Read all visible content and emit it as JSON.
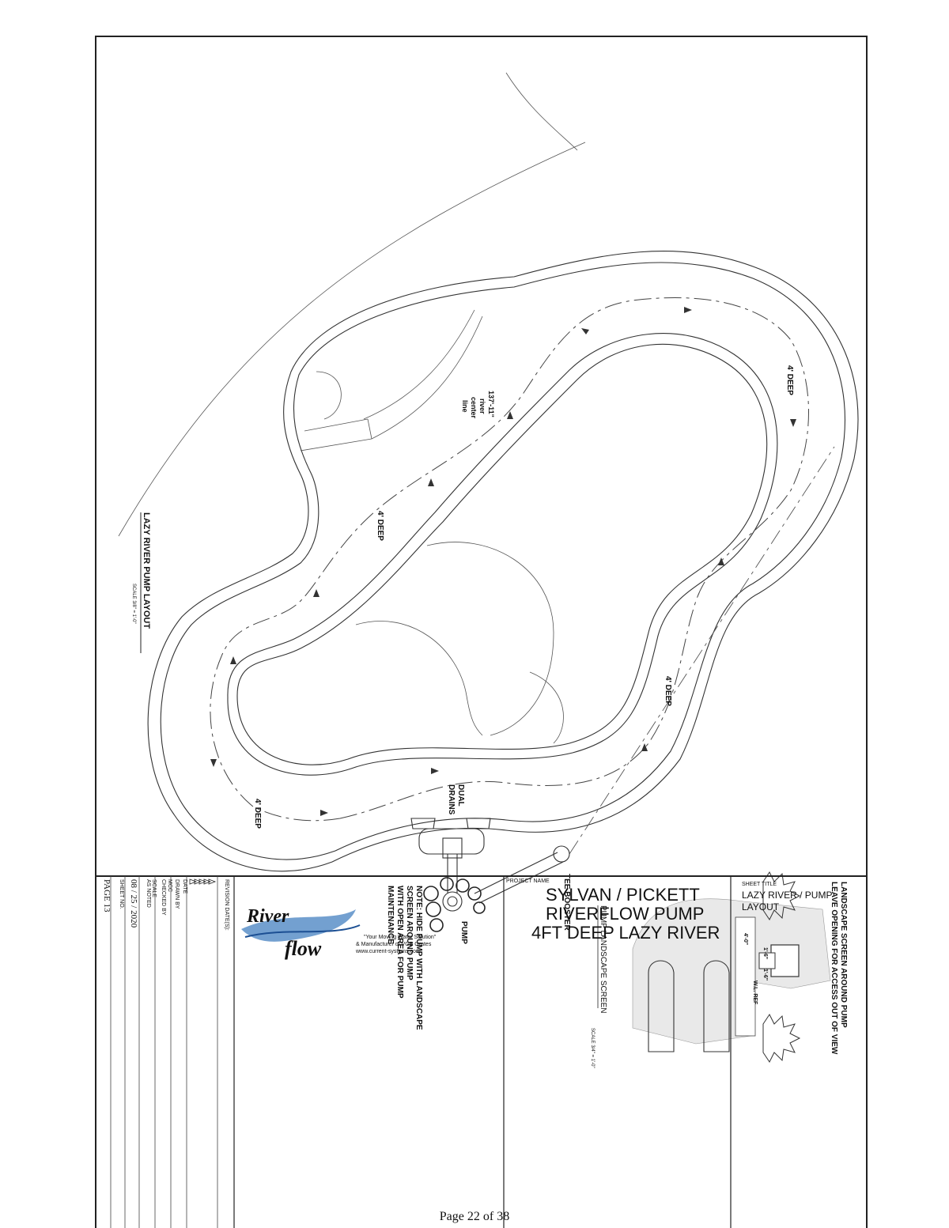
{
  "drawing": {
    "layout_title": "LAZY RIVER PUMP LAYOUT",
    "layout_scale": "SCALE 3/8\" = 1'-0\"",
    "depth_labels": [
      "4' DEEP",
      "4' DEEP",
      "4' DEEP",
      "4' DEEP"
    ],
    "centerline_label": [
      "137'-11\"",
      "river",
      "center",
      "line"
    ],
    "dual_drains": [
      "DUAL",
      "DRAINS"
    ],
    "pump_label": "PUMP",
    "tee_booster_label": "TEE BOOSTER",
    "note_lines": [
      "NOTE: HIDE PUMP WITH LANDSCAPE",
      "SCREEN AROUND PUMP",
      "WITH OPEN AREA FOR PUMP",
      "MAINTENANCE"
    ],
    "screen_title": "PUMP LANDSCAPE SCREEN",
    "screen_scale": "SCALE 3/4\" = 1'-0\"",
    "screen_note": [
      "LANDSCAPE SCREEN AROUND PUMP",
      "LEAVE OPENING FOR ACCESS OUT OF VIEW"
    ],
    "detail_dims": [
      "4'-0\"",
      "1'-6\"",
      "1'-6\"",
      "W.L. REF"
    ]
  },
  "title_block": {
    "revision_header": "REVISION DATE(S):",
    "revision_rows": [
      "",
      "",
      "",
      "",
      "",
      ""
    ],
    "date_label": "DATE",
    "drawn_by_label": "DRAWN BY",
    "drawn_by": "MCC",
    "checked_by_label": "CHECKED BY",
    "scale_label": "SCALE",
    "scale": "AS NOTED",
    "date": "08 / 25 / 2020",
    "sheet_no_label": "SHEET NO.",
    "page": "PAGE 13",
    "logo_text_1": "River",
    "logo_text_2": "flow",
    "tagline": "\"Your Moving Water Solution\"",
    "manufacturer": "& Manufacturer of VGB Grates",
    "website": "www.current-systems.com",
    "project_name_label": "PROJECT NAME",
    "project_line_1": "SYLVAN / PICKETT",
    "project_line_2": "RIVERFLOW PUMP",
    "project_line_3": "4FT DEEP LAZY RIVER",
    "sheet_title_label": "SHEET TITLE",
    "sheet_title_1": "LAZY RIVER / PUMP",
    "sheet_title_2": "LAYOUT"
  },
  "footer": {
    "page_of": "Page 22 of 38"
  }
}
